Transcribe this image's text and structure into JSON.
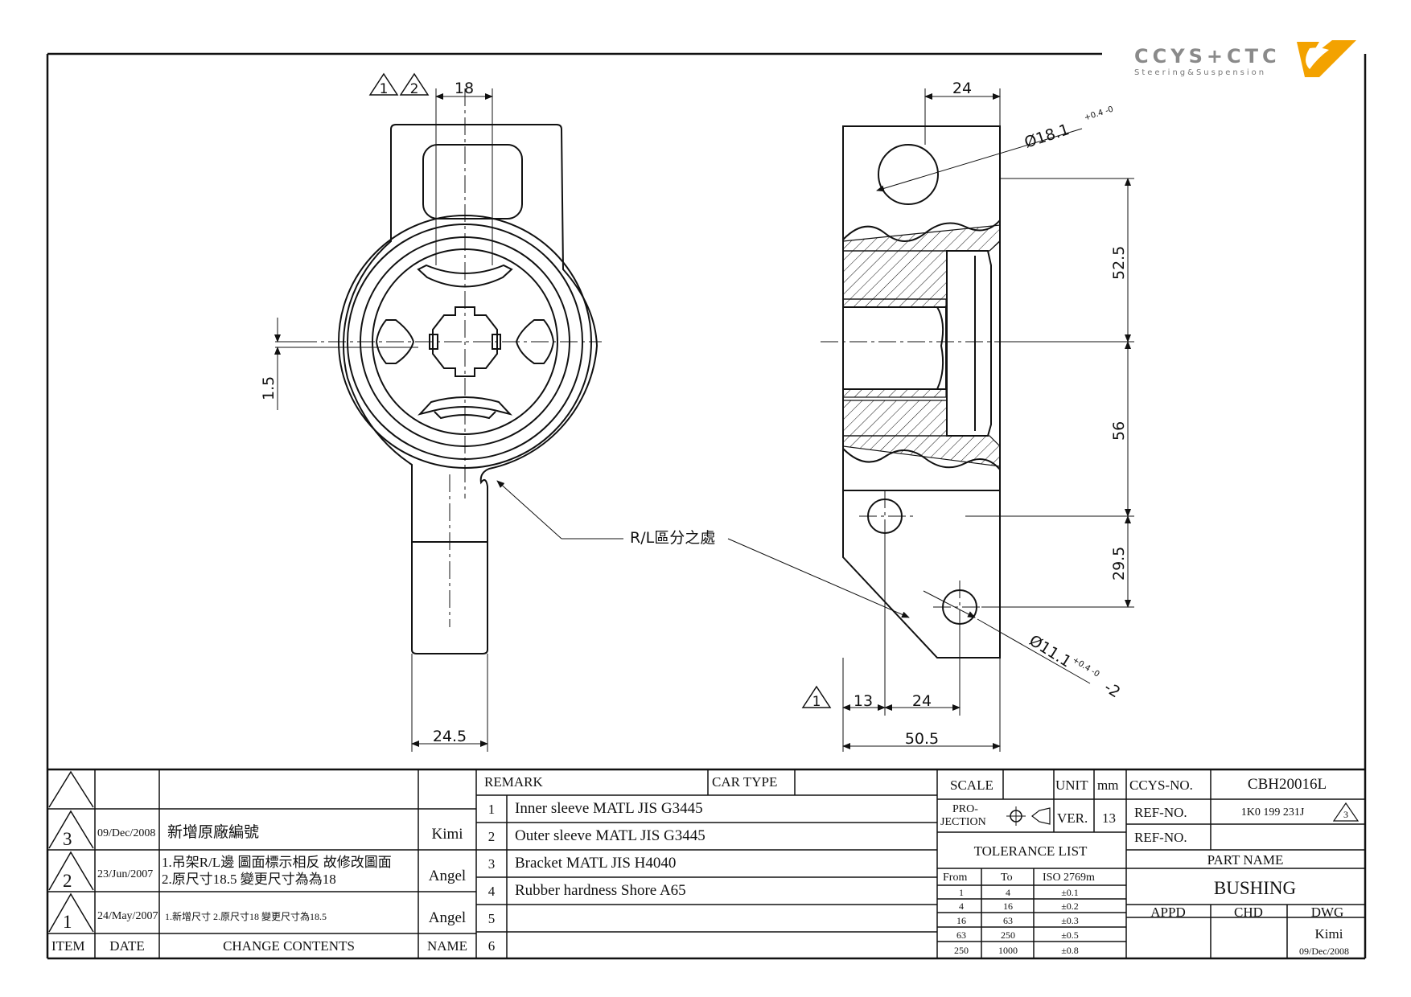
{
  "logo": {
    "brand": "CCYS+CTC",
    "tagline": "Steering&Suspension",
    "accent_color": "#f3a200"
  },
  "dimensions": {
    "top_width": "18",
    "offset": "1.5",
    "stem_width": "24.5",
    "side_width": "24",
    "upper_hole": "Ø18.1",
    "upper_hole_tol": "+0.4 -0",
    "lower_hole": "Ø11.1",
    "lower_hole_tol": "+0.4 -0",
    "lower_hole_qty": "-2",
    "h_upper": "52.5",
    "h_middle": "56",
    "h_lower": "29.5",
    "bottom_13": "13",
    "bottom_24": "24",
    "bottom_total": "50.5"
  },
  "callout": {
    "label": "R/L區分之處"
  },
  "revisions": {
    "headers": {
      "item": "ITEM",
      "date": "DATE",
      "contents": "CHANGE CONTENTS",
      "name": "NAME"
    },
    "rows": [
      {
        "item": "3",
        "date": "09/Dec/2008",
        "contents1": "新增原廠編號",
        "contents2": "",
        "name": "Kimi"
      },
      {
        "item": "2",
        "date": "23/Jun/2007",
        "contents1": "1.吊架R/L邊 圖面標示相反 故修改圖面",
        "contents2": "2.原尺寸18.5 變更尺寸為為18",
        "name": "Angel"
      },
      {
        "item": "1",
        "date": "24/May/2007",
        "contents1": "1.新增尺寸 2.原尺寸18 變更尺寸為18.5",
        "contents2": "",
        "name": "Angel"
      }
    ]
  },
  "remarks": {
    "remark_label": "REMARK",
    "car_type_label": "CAR TYPE",
    "items": [
      {
        "no": "1",
        "text": "Inner sleeve MATL JIS G3445"
      },
      {
        "no": "2",
        "text": "Outer sleeve MATL JIS G3445"
      },
      {
        "no": "3",
        "text": "Bracket MATL JIS H4040"
      },
      {
        "no": "4",
        "text": "Rubber hardness Shore A65"
      },
      {
        "no": "5",
        "text": ""
      },
      {
        "no": "6",
        "text": ""
      }
    ]
  },
  "meta": {
    "scale_label": "SCALE",
    "unit_label": "UNIT",
    "unit_value": "mm",
    "projection_label1": "PRO-",
    "projection_label2": "JECTION",
    "ver_label": "VER.",
    "ver_value": "13"
  },
  "tolerance": {
    "title": "TOLERANCE LIST",
    "from_label": "From",
    "to_label": "To",
    "std_label": "ISO 2769m",
    "rows": [
      {
        "from": "1",
        "to": "4",
        "tol": "±0.1"
      },
      {
        "from": "4",
        "to": "16",
        "tol": "±0.2"
      },
      {
        "from": "16",
        "to": "63",
        "tol": "±0.3"
      },
      {
        "from": "63",
        "to": "250",
        "tol": "±0.5"
      },
      {
        "from": "250",
        "to": "1000",
        "tol": "±0.8"
      }
    ]
  },
  "title_block": {
    "ccys_no_label": "CCYS-NO.",
    "ccys_no": "CBH20016L",
    "ref_no_label": "REF-NO.",
    "ref_no": "1K0 199 231J",
    "ref_no_rev": "3",
    "ref_no2_label": "REF-NO.",
    "ref_no2": "",
    "part_name_label": "PART NAME",
    "part_name": "BUSHING",
    "appd_label": "APPD",
    "chd_label": "CHD",
    "dwg_label": "DWG",
    "dwg_name": "Kimi",
    "dwg_date": "09/Dec/2008"
  },
  "rev_markers": {
    "front_top": [
      "1",
      "2"
    ],
    "side_bottom": "1"
  }
}
